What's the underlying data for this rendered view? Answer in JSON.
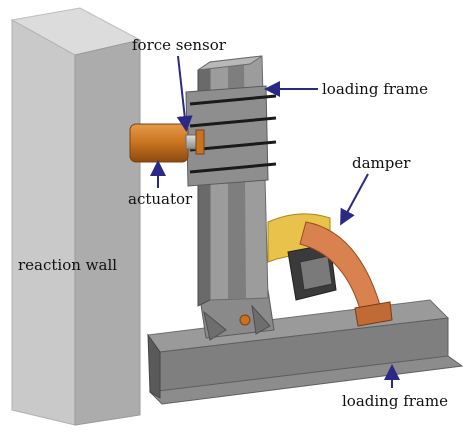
{
  "labels": {
    "force_sensor": "force sensor",
    "loading_frame_top": "loading frame",
    "damper": "damper",
    "actuator": "actuator",
    "reaction_wall": "reaction wall",
    "loading_frame_bottom": "loading frame"
  },
  "colors": {
    "arrow": "#2a2a86",
    "wall_front": "#c9c9c9",
    "wall_side": "#a9a9a9",
    "wall_top": "#dcdcdc",
    "steel_light": "#9a9a9a",
    "steel_mid": "#7f7f7f",
    "steel_dark": "#5a5a5a",
    "actuator": "#c8731f",
    "damper": "#d9824f",
    "yellow_plate": "#e8c24a",
    "dark_part": "#3a3a3a"
  }
}
